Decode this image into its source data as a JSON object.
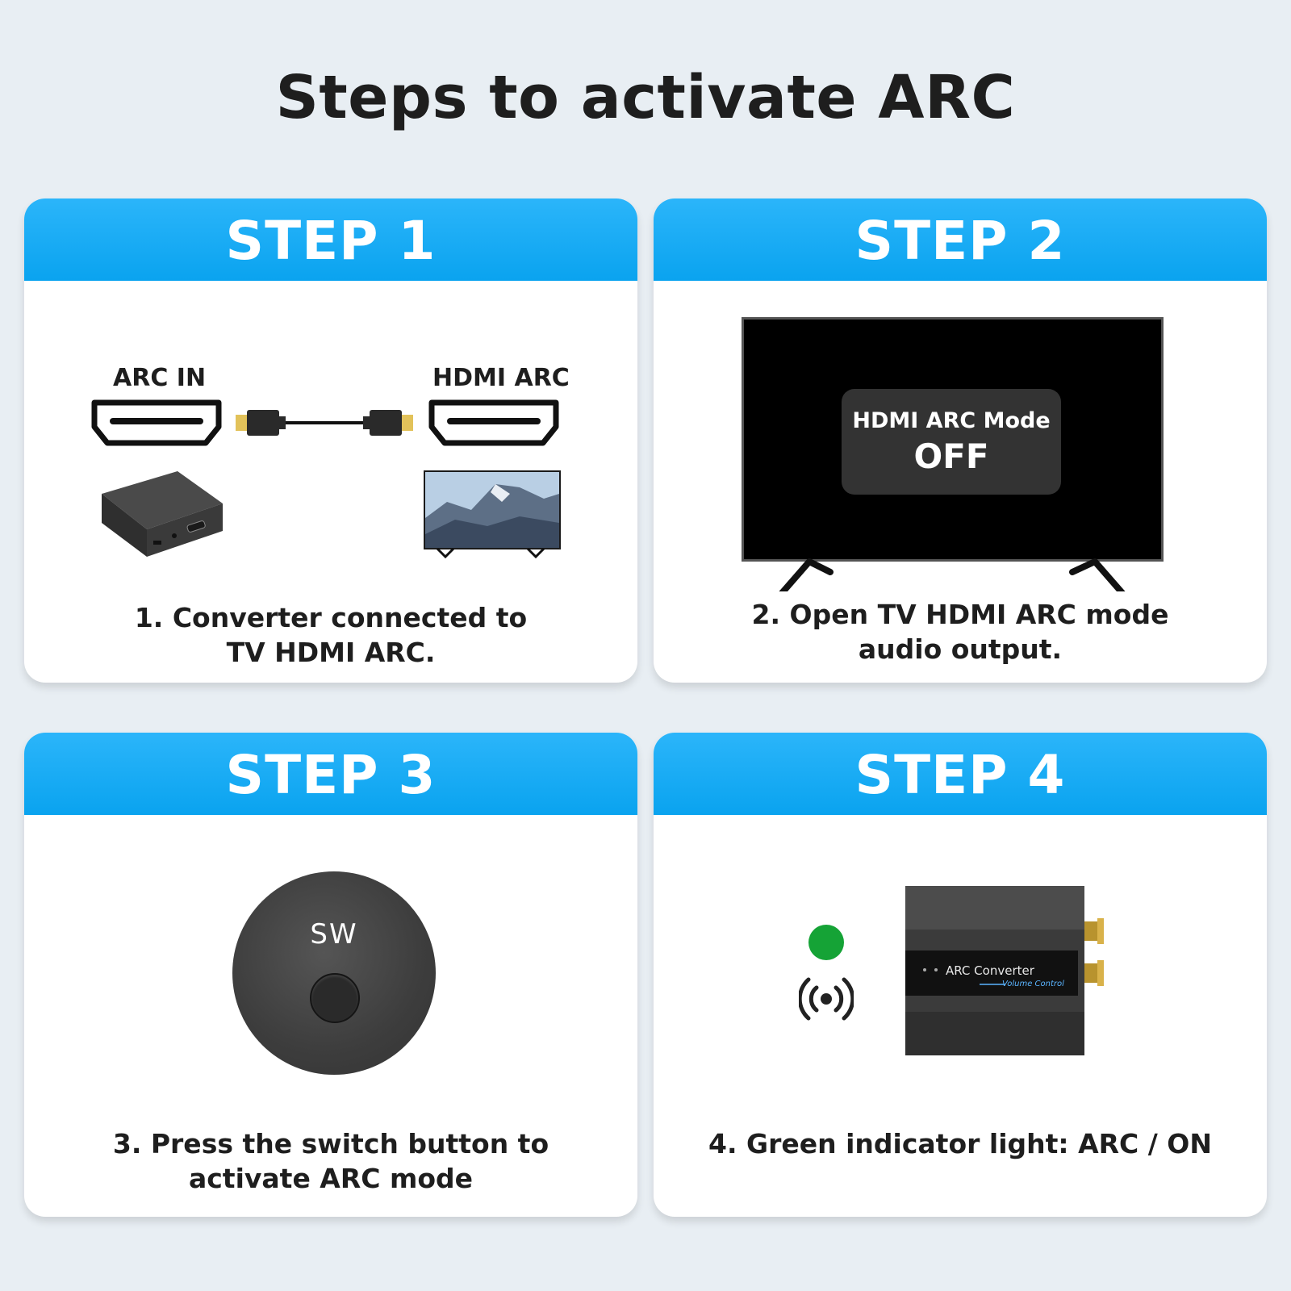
{
  "page": {
    "title": "Steps to activate ARC"
  },
  "steps": [
    {
      "heading": "STEP 1",
      "caption_line1": "1. Converter connected to",
      "caption_line2": "TV HDMI ARC.",
      "left_port_label": "ARC IN",
      "right_port_label": "HDMI ARC"
    },
    {
      "heading": "STEP 2",
      "caption_line1": "2. Open TV HDMI ARC mode",
      "caption_line2": "audio output.",
      "tv_osd_label": "HDMI ARC Mode",
      "tv_osd_status": "OFF"
    },
    {
      "heading": "STEP 3",
      "caption_line1": "3. Press the switch button to",
      "caption_line2": "activate ARC mode",
      "switch_label": "SW"
    },
    {
      "heading": "STEP 4",
      "caption_line1": "4. Green indicator light: ARC / ON",
      "device_label": "ARC Converter",
      "device_sublabel": "Volume Control",
      "indicator_color": "#15a336"
    }
  ],
  "colors": {
    "header_blue": "#14aaf5",
    "background": "#e8eef3",
    "indicator_green": "#15a336"
  },
  "icons": [
    "hdmi-port-icon",
    "hdmi-cable-icon",
    "tv-icon",
    "converter-device-icon",
    "wireless-signal-icon"
  ]
}
